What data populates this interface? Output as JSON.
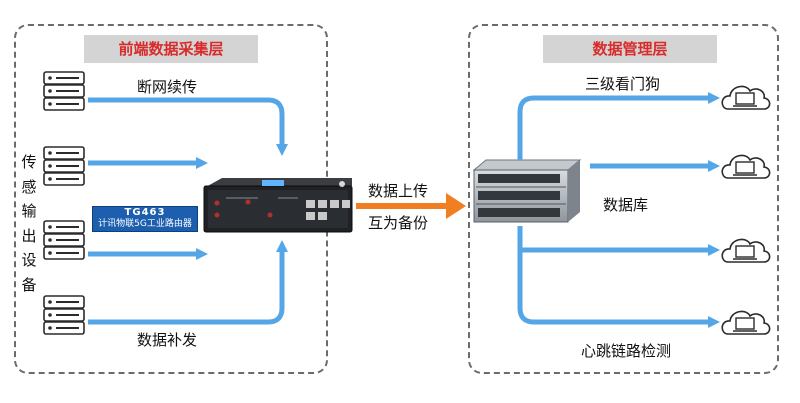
{
  "front_panel": {
    "title": "前端数据采集层"
  },
  "mgmt_panel": {
    "title": "数据管理层"
  },
  "labels": {
    "resume": "断网续传",
    "supplement": "数据补发",
    "upload": "数据上传",
    "backup": "互为备份",
    "watchdog": "三级看门狗",
    "database": "数据库",
    "heartbeat": "心跳链路检测"
  },
  "sensor_label": [
    "传",
    "感",
    "输",
    "出",
    "设",
    "备"
  ],
  "router": {
    "model": "TG463",
    "name": "计讯物联5G工业路由器",
    "badge_color": "#1d5fae"
  },
  "colors": {
    "arrow_blue": "#55a6e6",
    "arrow_orange": "#f07f22",
    "title_red": "#d92b2b"
  }
}
